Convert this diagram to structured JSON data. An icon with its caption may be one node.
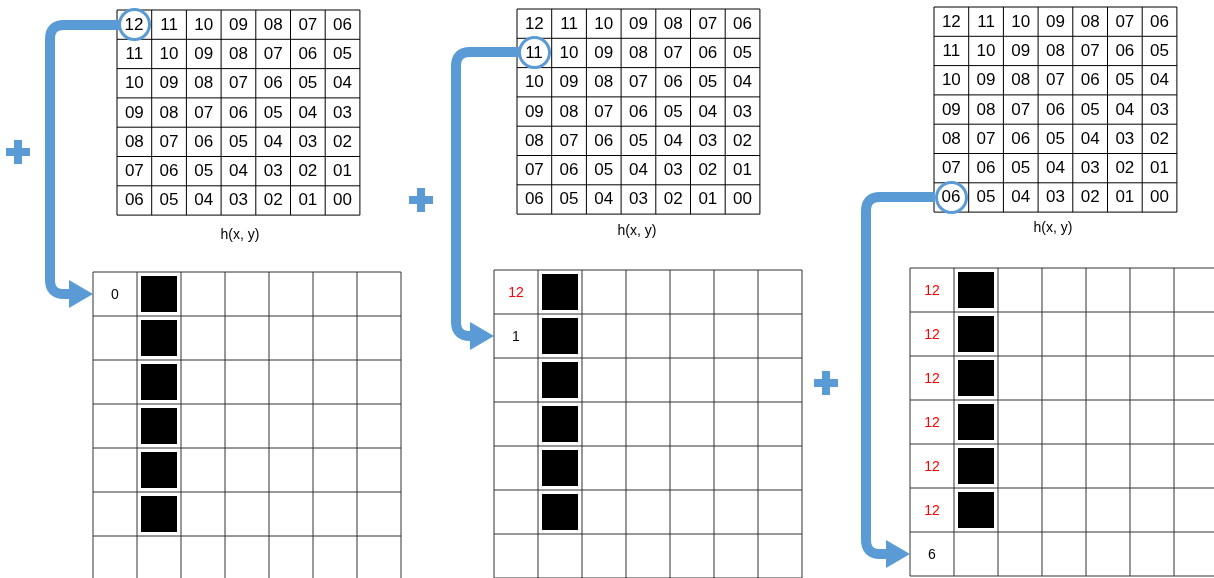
{
  "diagram": {
    "nodes": [
      {
        "text": [
          "12"
        ]
      },
      {
        "text": [
          "0"
        ]
      },
      {
        "text": [
          "11"
        ]
      },
      {
        "text": [
          "1"
        ]
      },
      {
        "text": [
          "06"
        ]
      },
      {
        "text": [
          "6"
        ]
      }
    ],
    "edges": [
      {
        "from": 0,
        "to": 1,
        "arrow": "to"
      },
      {
        "from": 2,
        "to": 3,
        "arrow": "to"
      },
      {
        "from": 4,
        "to": 5,
        "arrow": "to"
      }
    ],
    "labels": [
      "11",
      "10",
      "09",
      "08",
      "07",
      "06",
      "11",
      "10",
      "09",
      "08",
      "07",
      "06",
      "05",
      "10",
      "09",
      "08",
      "07",
      "06",
      "05",
      "04",
      "09",
      "08",
      "07",
      "06",
      "05",
      "04",
      "03",
      "08",
      "07",
      "06",
      "05",
      "04",
      "03",
      "02",
      "07",
      "06",
      "05",
      "04",
      "03",
      "02",
      "01",
      "06",
      "05",
      "04",
      "03",
      "02",
      "01",
      "00",
      "h(x, y)",
      "12",
      "11",
      "10",
      "09",
      "08",
      "07",
      "06",
      "10",
      "09",
      "08",
      "07",
      "06",
      "05",
      "10",
      "09",
      "08",
      "07",
      "06",
      "05",
      "04",
      "09",
      "08",
      "07",
      "06",
      "05",
      "04",
      "03",
      "08",
      "07",
      "06",
      "05",
      "04",
      "03",
      "02",
      "07",
      "06",
      "05",
      "04",
      "03",
      "02",
      "01",
      "06",
      "05",
      "04",
      "03",
      "02",
      "01",
      "00",
      "h(x, y)",
      "12",
      "12",
      "11",
      "10",
      "09",
      "08",
      "07",
      "06",
      "11",
      "10",
      "09",
      "08",
      "07",
      "06",
      "05",
      "10",
      "09",
      "08",
      "07",
      "06",
      "05",
      "04",
      "09",
      "08",
      "07",
      "06",
      "05",
      "04",
      "03",
      "08",
      "07",
      "06",
      "05",
      "04",
      "03",
      "02",
      "07",
      "06",
      "05",
      "04",
      "03",
      "02",
      "01",
      "05",
      "04",
      "03",
      "02",
      "01",
      "00",
      "h(x, y)",
      "12",
      "12",
      "12",
      "12",
      "12",
      "12"
    ]
  }
}
